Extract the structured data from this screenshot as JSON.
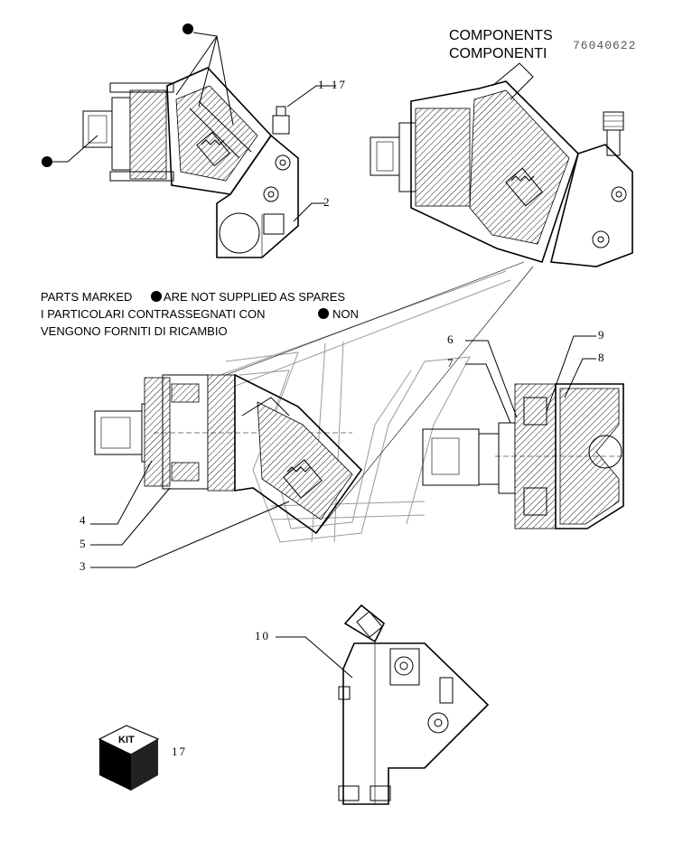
{
  "header": {
    "title_en": "COMPONENTS",
    "title_it": "COMPONENTI",
    "drawing_code": "76040622"
  },
  "note": {
    "line1_a": "PARTS MARKED",
    "line1_b": "ARE NOT SUPPLIED AS SPARES",
    "line2_a": "I PARTICOLARI CONTRASSEGNATI CON",
    "line2_b": "NON",
    "line3": "VENGONO FORNITI DI RICAMBIO"
  },
  "callouts": {
    "c1_17": "1-17",
    "c2": "2",
    "c3": "3",
    "c4": "4",
    "c5": "5",
    "c6": "6",
    "c7": "7",
    "c8": "8",
    "c9": "9",
    "c10": "10",
    "c17": "17"
  },
  "kit": {
    "label": "KIT"
  },
  "icons": [
    "bullet-marker-icon",
    "kit-box-icon"
  ]
}
